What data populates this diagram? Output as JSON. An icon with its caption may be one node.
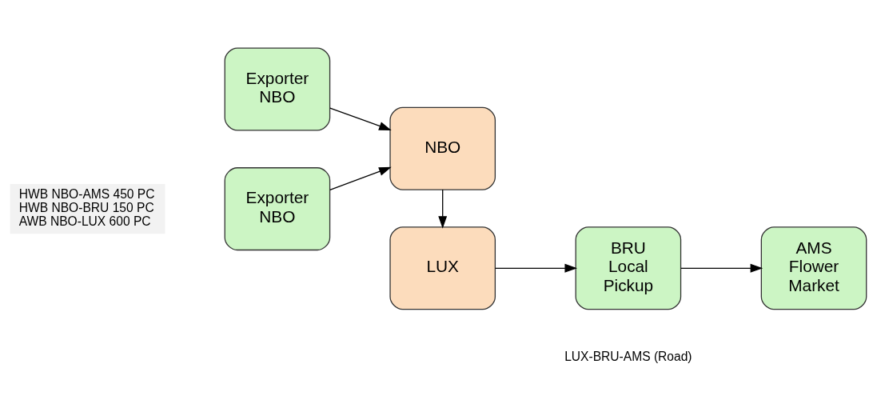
{
  "diagram": {
    "nodes": [
      {
        "text": [
          "Exporter NBO"
        ]
      },
      {
        "text": [
          "Exporter NBO"
        ]
      },
      {
        "text": [
          "NBO"
        ]
      },
      {
        "text": [
          "LUX"
        ]
      },
      {
        "text": [
          "BRU Local Pickup"
        ]
      },
      {
        "text": [
          "AMS Flower Market"
        ]
      }
    ],
    "edges": [
      {
        "from": 0,
        "to": 2,
        "arrow": "to"
      },
      {
        "from": 1,
        "to": 2,
        "arrow": "to"
      },
      {
        "from": 2,
        "to": 3,
        "arrow": "to"
      },
      {
        "from": 3,
        "to": 4,
        "arrow": "to"
      },
      {
        "from": 4,
        "to": 5,
        "arrow": "to"
      }
    ],
    "labels": [
      "HWB NBO-AMS 450 PC",
      "HWB NBO-BRU 150 PC",
      "AWB NBO-LUX 600 PC",
      "LUX-BRU-AMS (Road)"
    ]
  }
}
